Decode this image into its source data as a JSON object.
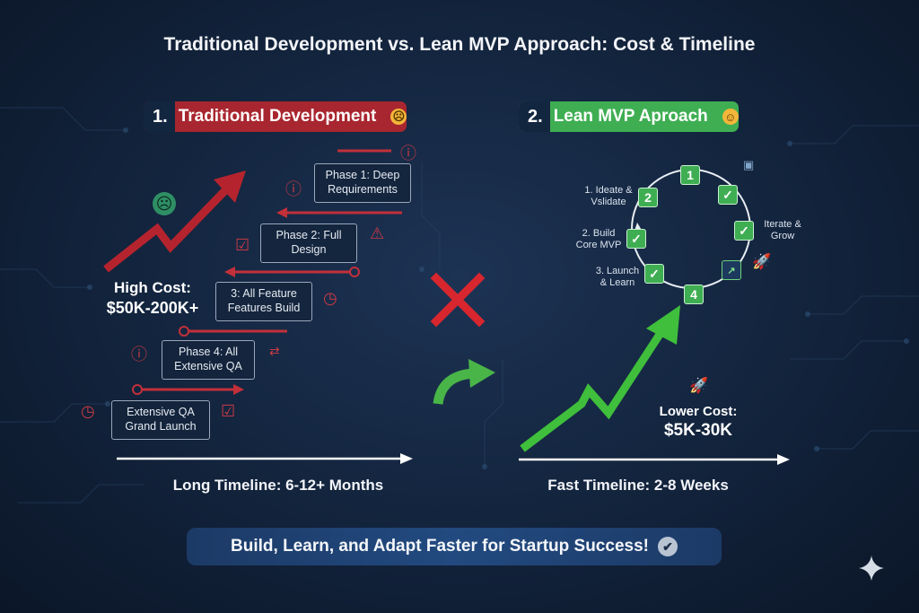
{
  "title": "Traditional Development vs. Lean MVP Approach: Cost & Timeline",
  "traditional": {
    "number": "1.",
    "label": "Traditional Development",
    "phases": [
      "Phase 1: Deep Requirements",
      "Phase 2: Full Design",
      "3: All Feature Features Build",
      "Phase 4: All Extensive QA",
      "Extensive QA Grand Launch"
    ],
    "cost_label": "High Cost:",
    "cost_value": "$50K-200K+",
    "timeline": "Long Timeline: 6-12+ Months"
  },
  "lean": {
    "number": "2.",
    "label": "Lean MVP Aproach",
    "cycle_steps": [
      "1. Ideate & Vslidate",
      "2. Build Core MVP",
      "3. Launch & Learn",
      "Iterate & Grow"
    ],
    "cycle_numbers": [
      "1",
      "2",
      "4"
    ],
    "cost_label": "Lower Cost:",
    "cost_value": "$5K-30K",
    "timeline": "Fast Timeline: 2-8 Weeks"
  },
  "banner": "Build, Learn, and Adapt Faster for Startup Success!",
  "colors": {
    "red": "#a8262f",
    "green": "#3fae53",
    "background": "#142640",
    "banner": "#224a80"
  },
  "icons": [
    "sad-face-icon",
    "smile-face-icon",
    "warning-icon",
    "checkbox-icon",
    "clock-icon",
    "rocket-icon",
    "x-mark-icon",
    "curved-arrow-icon",
    "sparkle-icon"
  ]
}
